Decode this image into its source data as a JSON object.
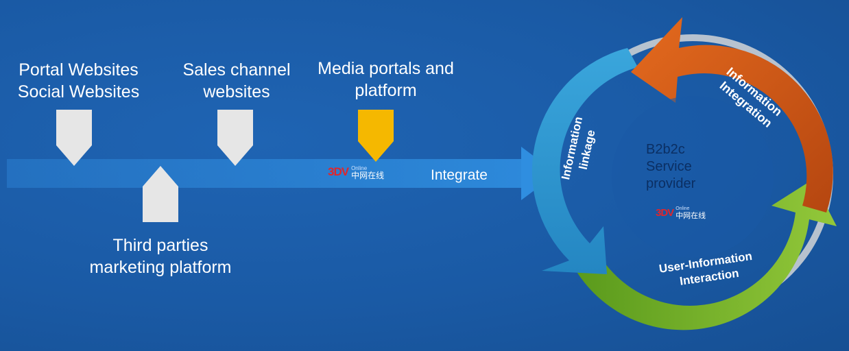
{
  "top_sources": [
    {
      "lines": [
        "Portal Websites",
        "Social Websites"
      ]
    },
    {
      "lines": [
        "Sales channel",
        "websites"
      ]
    },
    {
      "lines": [
        "Media portals and",
        "platform"
      ]
    }
  ],
  "bottom_source": {
    "lines": [
      "Third parties",
      "marketing platform"
    ]
  },
  "flow_label": "Integrate",
  "logo": {
    "mark": "3DV",
    "small_text": "Online",
    "cn_text": "中网在线"
  },
  "cycle": {
    "segments": [
      {
        "label_lines": [
          "Information",
          "Integration"
        ],
        "color": "#d9601a"
      },
      {
        "label_lines": [
          "User-Information",
          "Interaction"
        ],
        "color": "#7db529"
      },
      {
        "label_lines": [
          "Information",
          "linkage"
        ],
        "color": "#2f9ad3"
      }
    ],
    "center_lines": [
      "B2b2c",
      "Service",
      "provider"
    ]
  },
  "colors": {
    "background": "#1a5aa5",
    "arrow": "#2a7fd0",
    "marker": "#e6e6e6",
    "highlight_marker": "#f5b800"
  }
}
